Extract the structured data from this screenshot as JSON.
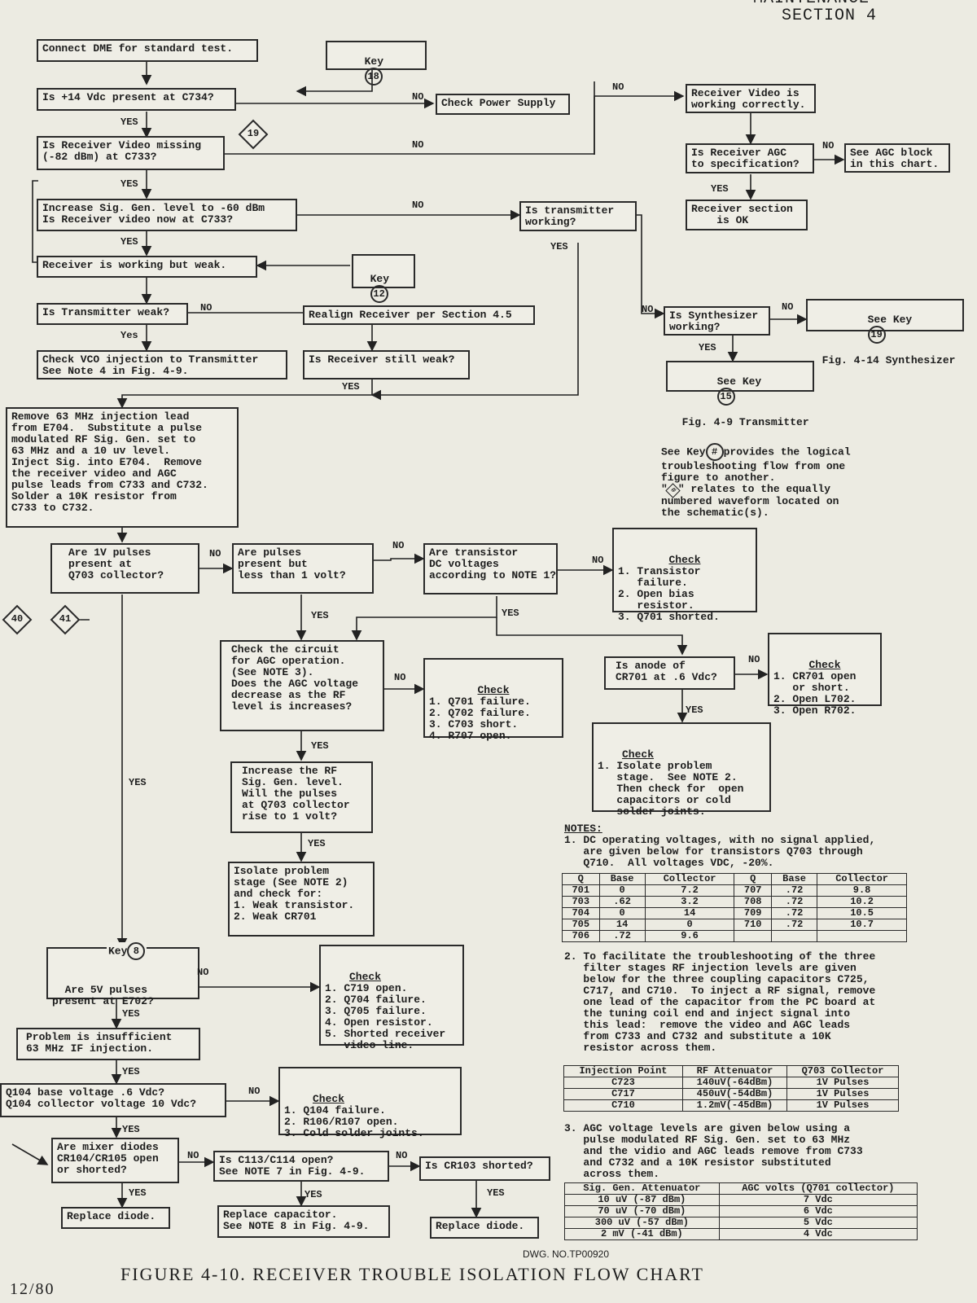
{
  "header": {
    "section": "SECTION 4",
    "partial": "MAINTENANCE"
  },
  "boxes": {
    "b1": "Connect DME for standard test.",
    "b2": "Is +14 Vdc present at C734?",
    "b3": "Check Power Supply",
    "b4": "Is Receiver Video missing\n(-82 dBm) at C733?",
    "b5": "Receiver Video is\nworking correctly.",
    "b6": "Is Receiver AGC\nto specification?",
    "b7": "See AGC block\nin this chart.",
    "b8": "Receiver section\n    is OK",
    "b9": "Increase Sig. Gen. level to -60 dBm\nIs Receiver video now at C733?",
    "b10": "Is transmitter\nworking?",
    "b11": "Receiver is working but weak.",
    "b12": "Is Transmitter weak?",
    "b13": "Realign Receiver per Section 4.5",
    "b14": "Check VCO injection to Transmitter\nSee Note 4 in Fig. 4-9.",
    "b15": "Is Receiver still weak?",
    "b16": "Is Synthesizer\nworking?",
    "b17a": "See Key",
    "b17b": "Fig. 4-14 Synthesizer",
    "b18a": "See Key",
    "b18b": "Fig. 4-9 Transmitter",
    "b19": "Remove 63 MHz injection lead\nfrom E704.  Substitute a pulse\nmodulated RF Sig. Gen. set to\n63 MHz and a 10 uv level.\nInject Sig. into E704.  Remove\nthe receiver video and AGC\npulse leads from C733 and C732.\nSolder a 10K resistor from\nC733 to C732.",
    "b20": "Are 1V pulses\npresent at\nQ703 collector?",
    "b21": "Are pulses\npresent but\nless than 1 volt?",
    "b22": "Are transistor\nDC voltages\naccording to NOTE 1?",
    "b23": "Check the circuit\nfor AGC operation.\n(See NOTE 3).\nDoes the AGC voltage\ndecrease as the RF\nlevel is increases?",
    "b24": "Is anode of\nCR701 at .6 Vdc?",
    "b25": "Increase the RF\nSig. Gen. level.\nWill the pulses\nat Q703 collector\nrise to 1 volt?",
    "b26": "Isolate problem\nstage (See NOTE 2)\nand check for:\n1. Weak transistor.\n2. Weak CR701",
    "b27": "Are 5V pulses\npresent at E702?",
    "b28": "Problem is insufficient\n63 MHz IF injection.",
    "b29": "Q104 base voltage .6 Vdc?\nQ104 collector voltage 10 Vdc?",
    "b30": "Are mixer diodes\nCR104/CR105 open\nor shorted?",
    "b31": "Is C113/C114 open?\nSee NOTE 7 in Fig. 4-9.",
    "b32": "Is CR103 shorted?",
    "b33": "Replace diode.",
    "b34": "Replace capacitor.\nSee NOTE 8 in Fig. 4-9.",
    "b35": "Replace diode."
  },
  "checks": {
    "title": "Check",
    "c1": "1. Transistor\n   failure.\n2. Open bias\n   resistor.\n3. Q701 shorted.",
    "c2": "1. CR701 open\n   or short.\n2. Open L702.\n3. Open R702.",
    "c3": "1. Q701 failure.\n2. Q702 failure.\n3. C703 short.\n4. R707 open.",
    "c4": "1. Isolate problem\n   stage.  See NOTE 2.\n   Then check for  open\n   capacitors or cold\n   solder joints.",
    "c5": "1. C719 open.\n2. Q704 failure.\n3. Q705 failure.\n4. Open resistor.\n5. Shorted receiver\n   video line.",
    "c6": "1. Q104 failure.\n2. R106/R107 open.\n3. Cold solder joints."
  },
  "keys": {
    "key_label": "Key",
    "k18": "18",
    "k12": "12",
    "k19": "19",
    "k15": "15",
    "k8": "8",
    "d19": "19",
    "d40": "40",
    "d41": "41"
  },
  "labels": {
    "yes": "YES",
    "yes_lower": "Yes",
    "no": "NO"
  },
  "legend": {
    "l1a": "See Key",
    "l1b": "provides the logical\ntroubleshooting flow from one\nfigure to another.",
    "l2a": "\"",
    "l2b": "\" relates to the equally\nnumbered waveform located on\nthe schematic(s).",
    "hash": "#"
  },
  "notes": {
    "title": "NOTES:",
    "n1": "1. DC operating voltages, with no signal applied,\n   are given below for transistors Q703 through\n   Q710.  All voltages VDC, -20%.",
    "n2": "2. To facilitate the troubleshooting of the three\n   filter stages RF injection levels are given\n   below for the three coupling capacitors C725,\n   C717, and C710.  To inject a RF signal, remove\n   one lead of the capacitor from the PC board at\n   the tuning coil end and inject signal into\n   this lead:  remove the video and AGC leads\n   from C733 and C732 and substitute a 10K\n   resistor across them.",
    "n3": "3. AGC voltage levels are given below using a\n   pulse modulated RF Sig. Gen. set to 63 MHz\n   and the vidio and AGC leads remove from C733\n   and C732 and a 10K resistor substituted\n   across them."
  },
  "table1": {
    "headers": [
      "Q",
      "Base",
      "Collector",
      "Q",
      "Base",
      "Collector"
    ],
    "rows": [
      [
        "701",
        "0",
        "7.2",
        "707",
        ".72",
        "9.8"
      ],
      [
        "703",
        ".62",
        "3.2",
        "708",
        ".72",
        "10.2"
      ],
      [
        "704",
        "0",
        "14",
        "709",
        ".72",
        "10.5"
      ],
      [
        "705",
        "14",
        "0",
        "710",
        ".72",
        "10.7"
      ],
      [
        "706",
        ".72",
        "9.6",
        "",
        "",
        ""
      ]
    ]
  },
  "table2": {
    "headers": [
      "Injection Point",
      "RF Attenuator",
      "Q703 Collector"
    ],
    "rows": [
      [
        "C723",
        "140uV(-64dBm)",
        "1V Pulses"
      ],
      [
        "C717",
        "450uV(-54dBm)",
        "1V Pulses"
      ],
      [
        "C710",
        "1.2mV(-45dBm)",
        "1V Pulses"
      ]
    ]
  },
  "table3": {
    "headers": [
      "Sig. Gen. Attenuator",
      "AGC volts (Q701 collector)"
    ],
    "rows": [
      [
        "10 uV (-87 dBm)",
        "7 Vdc"
      ],
      [
        "70 uV (-70 dBm)",
        "6 Vdc"
      ],
      [
        "300 uV (-57 dBm)",
        "5 Vdc"
      ],
      [
        "2 mV (-41 dBm)",
        "4 Vdc"
      ]
    ]
  },
  "footer": {
    "dwg": "DWG. NO.TP00920",
    "caption": "FIGURE 4-10.  RECEIVER TROUBLE ISOLATION FLOW CHART",
    "date": "12/80"
  }
}
